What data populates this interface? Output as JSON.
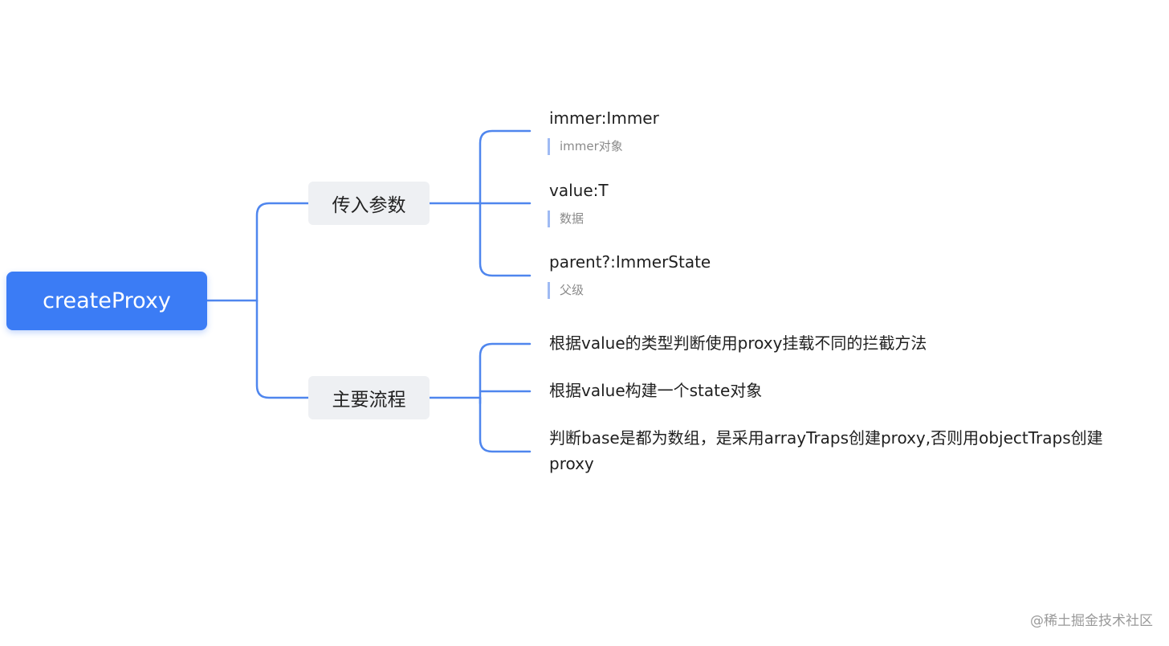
{
  "root": {
    "label": "createProxy"
  },
  "branches": [
    {
      "label": "传入参数",
      "children": [
        {
          "label": "immer:Immer",
          "note": "immer对象"
        },
        {
          "label": "value:T",
          "note": "数据"
        },
        {
          "label": "parent?:ImmerState",
          "note": "父级"
        }
      ]
    },
    {
      "label": "主要流程",
      "children": [
        {
          "label": "根据value的类型判断使用proxy挂载不同的拦截方法"
        },
        {
          "label": "根据value构建一个state对象"
        },
        {
          "label": "判断base是都为数组，是采用arrayTraps创建proxy,否则用objectTraps创建proxy"
        }
      ]
    }
  ],
  "watermark": "@稀土掘金技术社区",
  "colors": {
    "root_bg": "#3b7cf5",
    "connector": "#4f86ee",
    "branch_bg": "#eef0f3",
    "note_bar": "#9fbaf3"
  }
}
